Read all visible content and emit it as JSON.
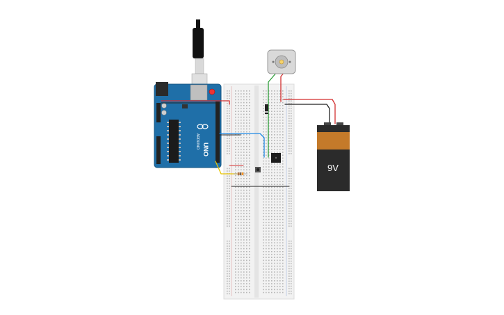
{
  "battery": {
    "voltage_label": "9V"
  },
  "arduino": {
    "model_label": "UNO",
    "brand_label": "ARDUINO"
  },
  "colors": {
    "board": "#1f6fa8",
    "breadboard": "#f2f2f2",
    "wire_red": "#d32f2f",
    "wire_black": "#222222",
    "wire_blue": "#1e88e5",
    "wire_green": "#2e9e3a",
    "wire_yellow": "#e8c400",
    "battery_body": "#c47a2a",
    "battery_bottom": "#2b2b2b"
  }
}
